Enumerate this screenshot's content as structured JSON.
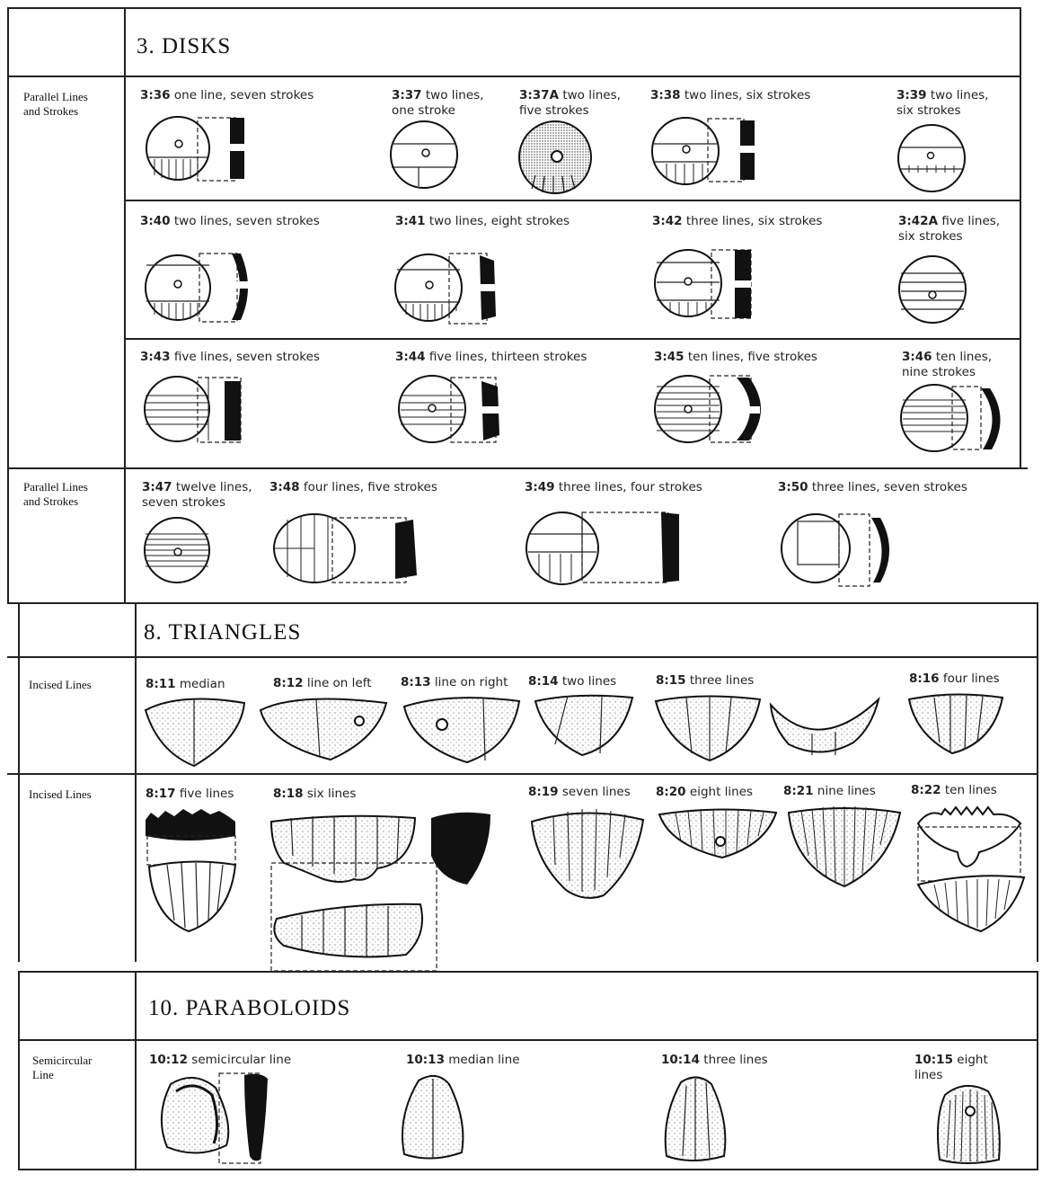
{
  "sections": {
    "disks": "3. DISKS",
    "triangles": "8. TRIANGLES",
    "paraboloids": "10. PARABOLOIDS"
  },
  "row_labels": {
    "parallel_lines_1": "Parallel Lines\nand Strokes",
    "parallel_lines_2": "Parallel Lines\nand Strokes",
    "incised_lines_1": "Incised Lines",
    "incised_lines_2": "Incised Lines",
    "semicircular_line": "Semicircular\nLine"
  },
  "items": [
    {
      "code": "3:36",
      "desc": "one line, seven strokes"
    },
    {
      "code": "3:37",
      "desc": "two lines,\none stroke"
    },
    {
      "code": "3:37A",
      "desc": "two lines,\nfive strokes"
    },
    {
      "code": "3:38",
      "desc": "two lines, six strokes"
    },
    {
      "code": "3:39",
      "desc": "two lines,\nsix strokes"
    },
    {
      "code": "3:40",
      "desc": "two lines, seven strokes"
    },
    {
      "code": "3:41",
      "desc": "two lines, eight strokes"
    },
    {
      "code": "3:42",
      "desc": "three lines, six strokes"
    },
    {
      "code": "3:42A",
      "desc": "five lines,\nsix strokes"
    },
    {
      "code": "3:43",
      "desc": "five lines, seven strokes"
    },
    {
      "code": "3:44",
      "desc": "five lines, thirteen strokes"
    },
    {
      "code": "3:45",
      "desc": "ten lines, five strokes"
    },
    {
      "code": "3:46",
      "desc": "ten lines,\nnine strokes"
    },
    {
      "code": "3:47",
      "desc": "twelve lines,\nseven strokes"
    },
    {
      "code": "3:48",
      "desc": "four lines, five strokes"
    },
    {
      "code": "3:49",
      "desc": "three lines, four strokes"
    },
    {
      "code": "3:50",
      "desc": "three lines, seven strokes"
    },
    {
      "code": "8:11",
      "desc": "median"
    },
    {
      "code": "8:12",
      "desc": "line on left"
    },
    {
      "code": "8:13",
      "desc": "line on right"
    },
    {
      "code": "8:14",
      "desc": "two lines"
    },
    {
      "code": "8:15",
      "desc": "three lines"
    },
    {
      "code": "8:16",
      "desc": "four lines"
    },
    {
      "code": "8:17",
      "desc": "five lines"
    },
    {
      "code": "8:18",
      "desc": "six lines"
    },
    {
      "code": "8:19",
      "desc": "seven lines"
    },
    {
      "code": "8:20",
      "desc": "eight lines"
    },
    {
      "code": "8:21",
      "desc": "nine lines"
    },
    {
      "code": "8:22",
      "desc": "ten lines"
    },
    {
      "code": "10:12",
      "desc": "semicircular line"
    },
    {
      "code": "10:13",
      "desc": "median line"
    },
    {
      "code": "10:14",
      "desc": "three lines"
    },
    {
      "code": "10:15",
      "desc": "eight\nlines"
    }
  ]
}
